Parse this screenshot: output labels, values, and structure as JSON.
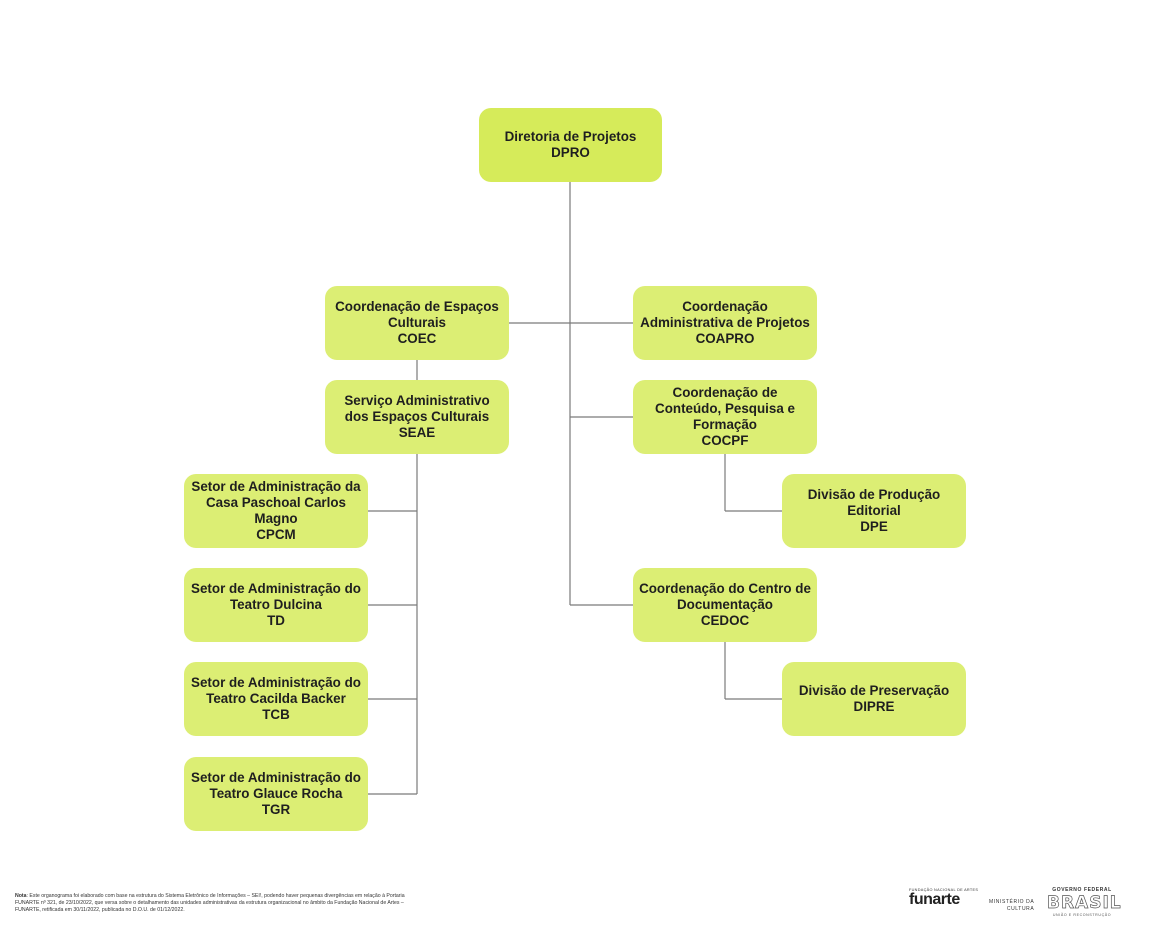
{
  "org_chart": {
    "root": {
      "title": "Diretoria de Projetos",
      "acronym": "DPRO"
    },
    "coec": {
      "title": "Coordenação de Espaços\nCulturais",
      "acronym": "COEC"
    },
    "seae": {
      "title": "Serviço Administrativo\ndos Espaços Culturais",
      "acronym": "SEAE"
    },
    "cpcm": {
      "title": "Setor de Administração da\nCasa Paschoal Carlos\nMagno",
      "acronym": "CPCM"
    },
    "td": {
      "title": "Setor de Administração do\nTeatro Dulcina",
      "acronym": "TD"
    },
    "tcb": {
      "title": "Setor de Administração do\nTeatro Cacilda Backer",
      "acronym": "TCB"
    },
    "tgr": {
      "title": "Setor de Administração do\nTeatro Glauce Rocha",
      "acronym": "TGR"
    },
    "coapro": {
      "title": "Coordenação\nAdministrativa de Projetos",
      "acronym": "COAPRO"
    },
    "cocpf": {
      "title": "Coordenação de\nConteúdo, Pesquisa e\nFormação",
      "acronym": "COCPF"
    },
    "dpe": {
      "title": "Divisão de Produção\nEditorial",
      "acronym": "DPE"
    },
    "cedoc": {
      "title": "Coordenação do Centro de\nDocumentação",
      "acronym": "CEDOC"
    },
    "dipre": {
      "title": "Divisão de Preservação",
      "acronym": "DIPRE"
    }
  },
  "footer": {
    "note_label": "Nota",
    "note_text": ": Este organograma foi elaborado com base na estrutura do Sistema Eletrônico de Informações – SEI!, podendo haver pequenas divergências em relação à Portaria FUNARTE nº 321, de 23/10/2022, que versa sobre o detalhamento das unidades administrativas da estrutura organizacional no âmbito da Fundação Nacional de Artes – FUNARTE, retificada em 30/11/2022, publicada no D.O.U. de 01/12/2022.",
    "funarte_small": "FUNDAÇÃO NACIONAL DE ARTES",
    "funarte_name": "funarte",
    "ministry": "MINISTÉRIO DA\nCULTURA",
    "gov_top": "GOVERNO FEDERAL",
    "gov_name": "BRASIL",
    "gov_slogan": "UNIÃO E RECONSTRUÇÃO"
  },
  "colors": {
    "node_fill": "#dcee74",
    "root_fill": "#d6eb5a",
    "connector": "#7a7a7a"
  }
}
